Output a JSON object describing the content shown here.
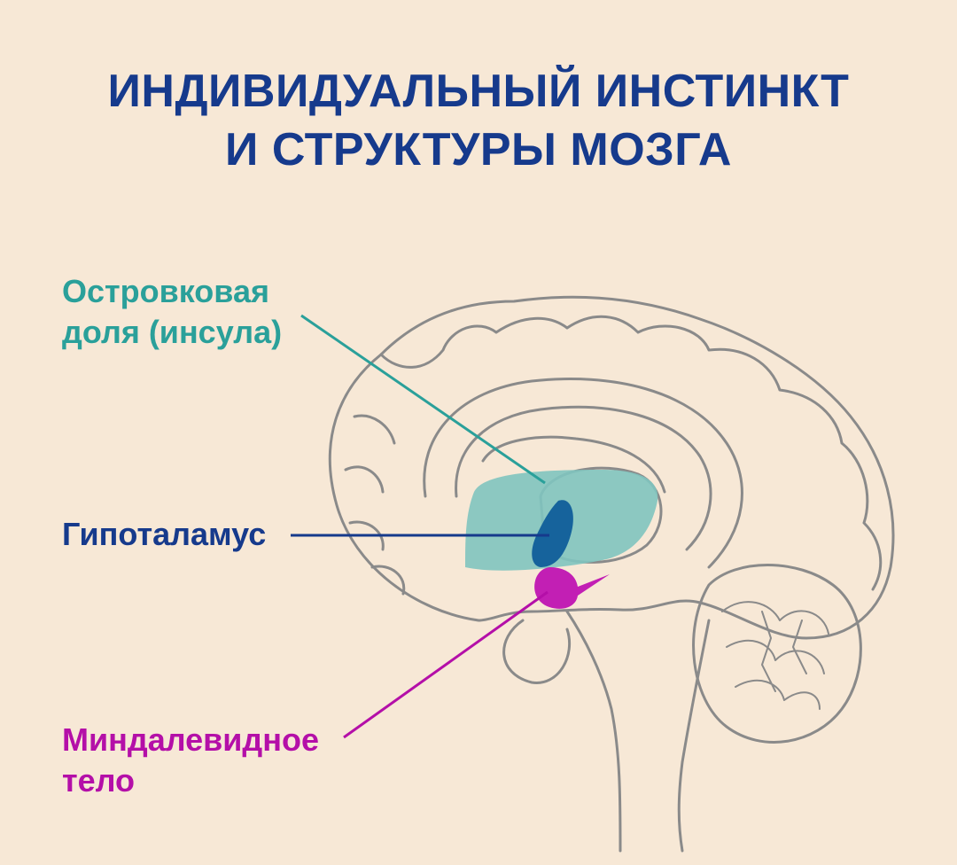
{
  "title": {
    "line1": "ИНДИВИДУАЛЬНЫЙ ИНСТИНКТ",
    "line2": "И СТРУКТУРЫ МОЗГА"
  },
  "labels": {
    "insula": {
      "line1": "Островковая",
      "line2": "доля (инсула)"
    },
    "hypothalamus": {
      "line1": "Гипоталамус"
    },
    "amygdala": {
      "line1": "Миндалевидное",
      "line2": "тело"
    }
  },
  "colors": {
    "background": "#f7e8d6",
    "title": "#163a8c",
    "outline": "#8a8a8a",
    "insula": "#2aa09a",
    "insula_fill": "#7fc4bf",
    "hypothalamus": "#163a8c",
    "hypothalamus_fill": "#16639c",
    "amygdala": "#b40fa8",
    "amygdala_fill": "#c21fb4"
  }
}
